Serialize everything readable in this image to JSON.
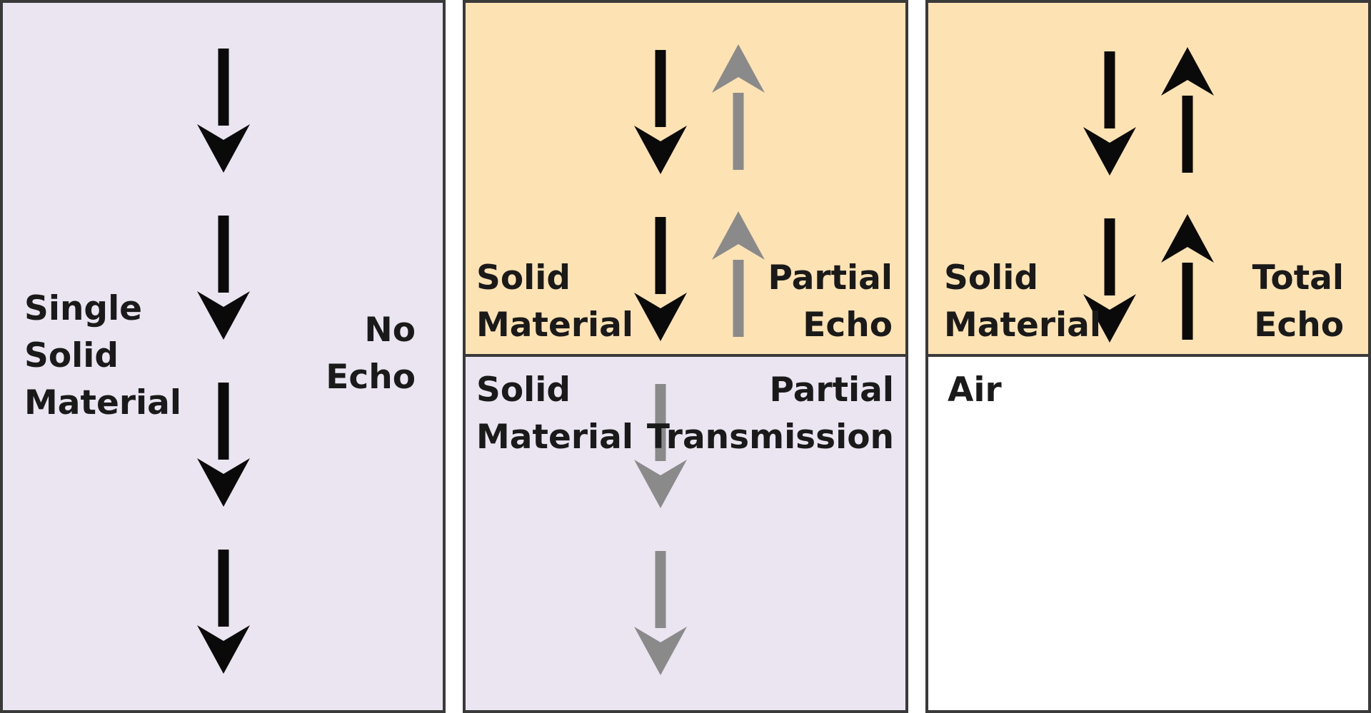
{
  "colors": {
    "lavender": "#ebe4f1",
    "peach": "#fde2b3",
    "air": "#ffffff",
    "border": "#3a3a3a",
    "arrow_black": "#0a0a0a",
    "arrow_gray": "#8a8a8a"
  },
  "panel1": {
    "material_lines": [
      "Single",
      "Solid",
      "Material"
    ],
    "result_lines": [
      "No",
      "Echo"
    ]
  },
  "panel2": {
    "top_material_lines": [
      "Solid",
      "Material"
    ],
    "top_result_lines": [
      "Partial",
      "Echo"
    ],
    "bottom_material_lines": [
      "Solid",
      "Material"
    ],
    "bottom_result_lines": [
      "Partial",
      "Transmission"
    ]
  },
  "panel3": {
    "top_material_lines": [
      "Solid",
      "Material"
    ],
    "top_result_lines": [
      "Total",
      "Echo"
    ],
    "bottom_material_lines": [
      "Air"
    ]
  },
  "arrow_icons": {
    "black": "arrow-black",
    "gray": "arrow-gray"
  }
}
